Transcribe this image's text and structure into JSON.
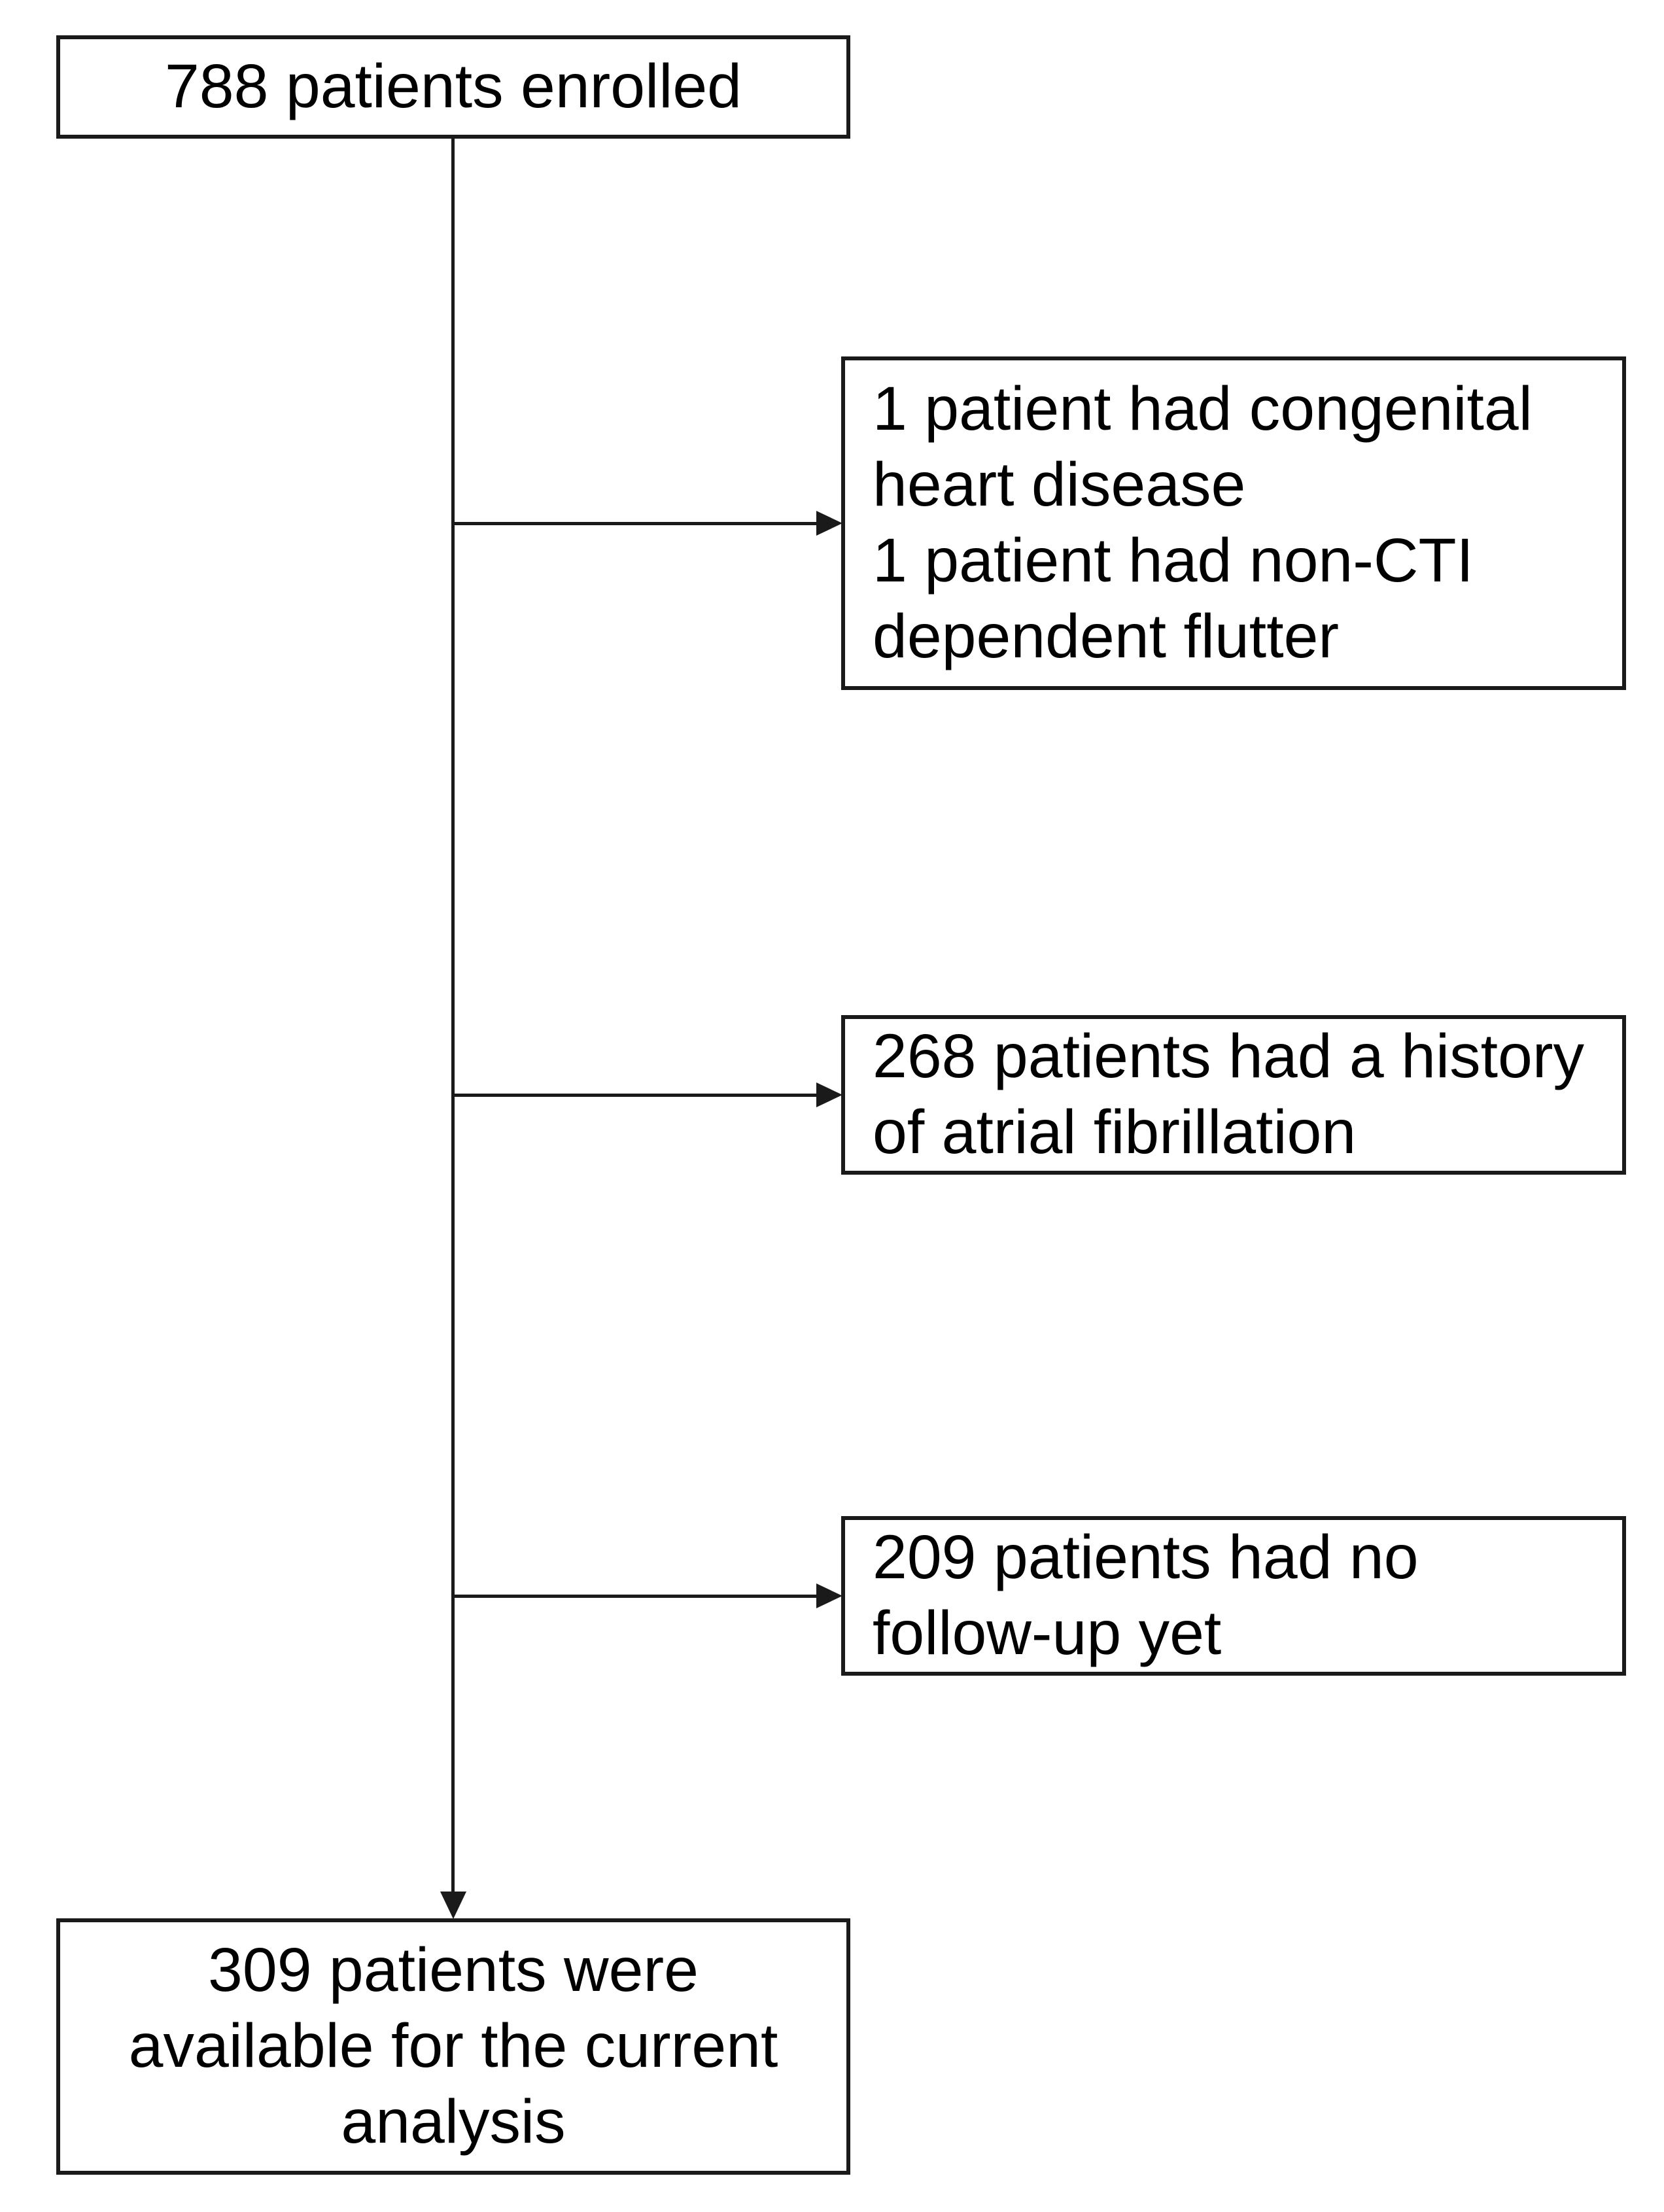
{
  "diagram_type": "patient-flow-chart",
  "colors": {
    "box_border": "#1a1a1a",
    "connector_line": "#1a1a1a",
    "text": "#000000",
    "background": "#ffffff"
  },
  "nodes": {
    "enrolled": {
      "text": "788 patients enrolled"
    },
    "excluded_congenital": {
      "text": "1 patient had congenital\nheart disease\n1 patient had non-CTI\ndependent flutter"
    },
    "excluded_afib": {
      "text": "268 patients had a history\nof atrial fibrillation"
    },
    "excluded_no_followup": {
      "text": "209 patients had no\nfollow-up yet"
    },
    "analyzed": {
      "text": "309 patients were\navailable for the current\nanalysis"
    }
  }
}
